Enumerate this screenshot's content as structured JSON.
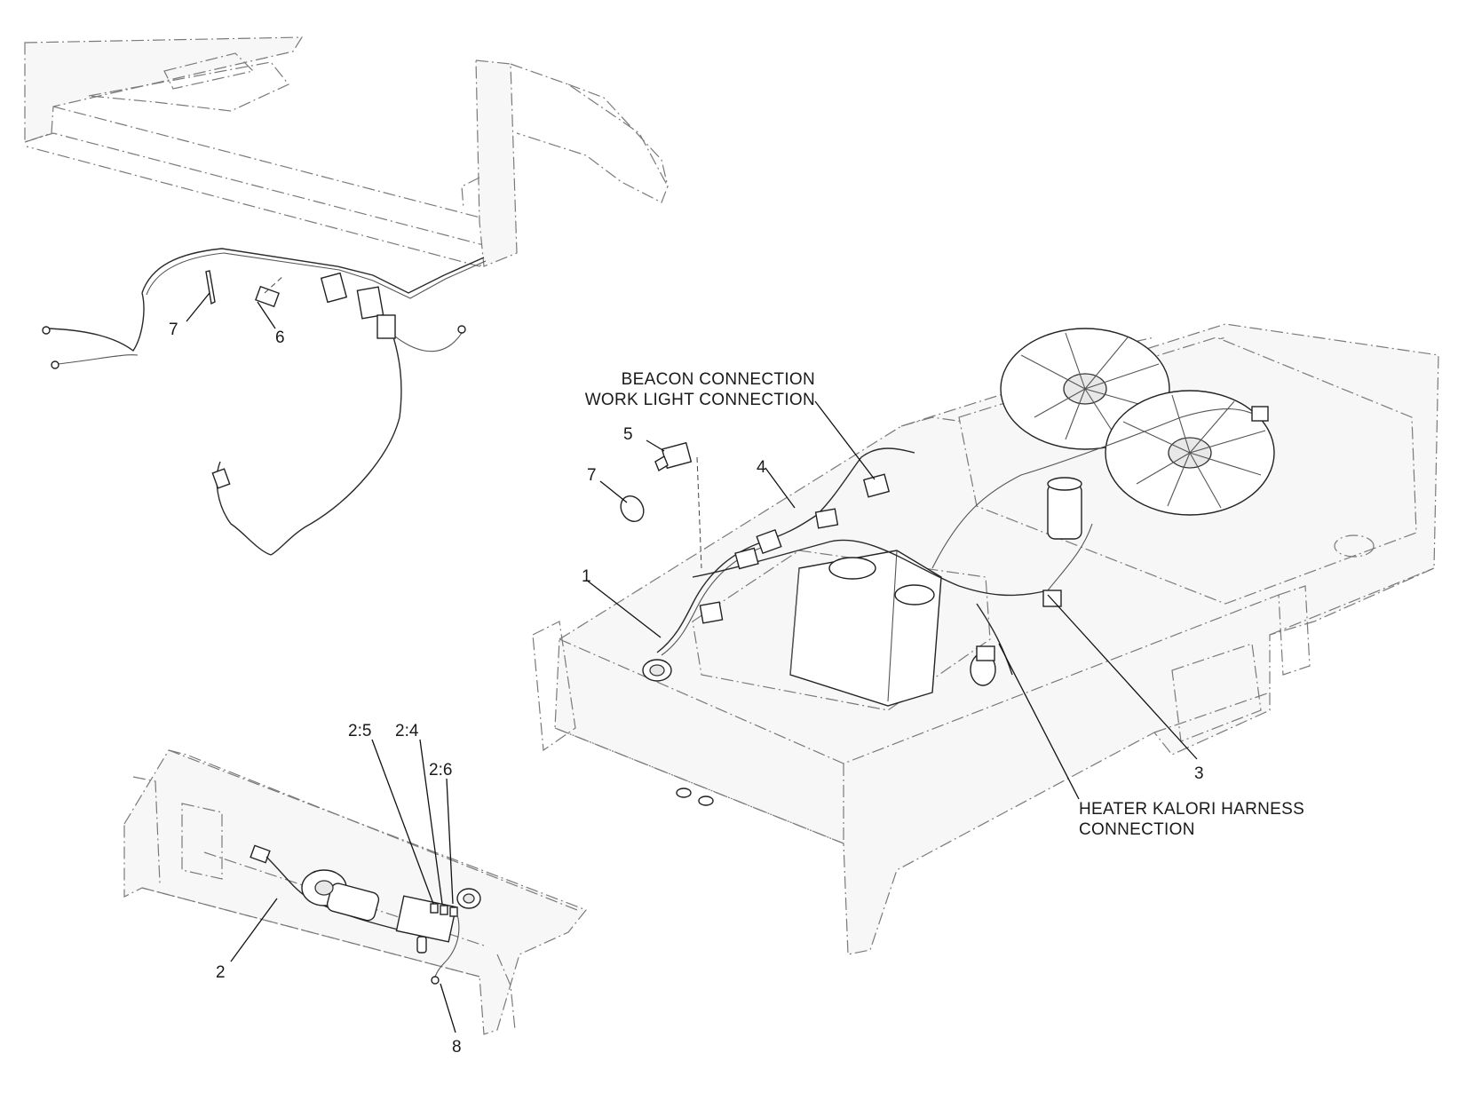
{
  "diagram": {
    "callouts": {
      "c1": "1",
      "c2": "2",
      "c3": "3",
      "c4": "4",
      "c5": "5",
      "c6": "6",
      "c7_top": "7",
      "c7_mid": "7",
      "c8": "8",
      "c2_5": "2:5",
      "c2_4": "2:4",
      "c2_6": "2:6"
    },
    "notes": {
      "beacon": "BEACON CONNECTION",
      "work_light": "WORK LIGHT CONNECTION",
      "heater_line1": "HEATER KALORI HARNESS",
      "heater_line2": "CONNECTION"
    }
  }
}
